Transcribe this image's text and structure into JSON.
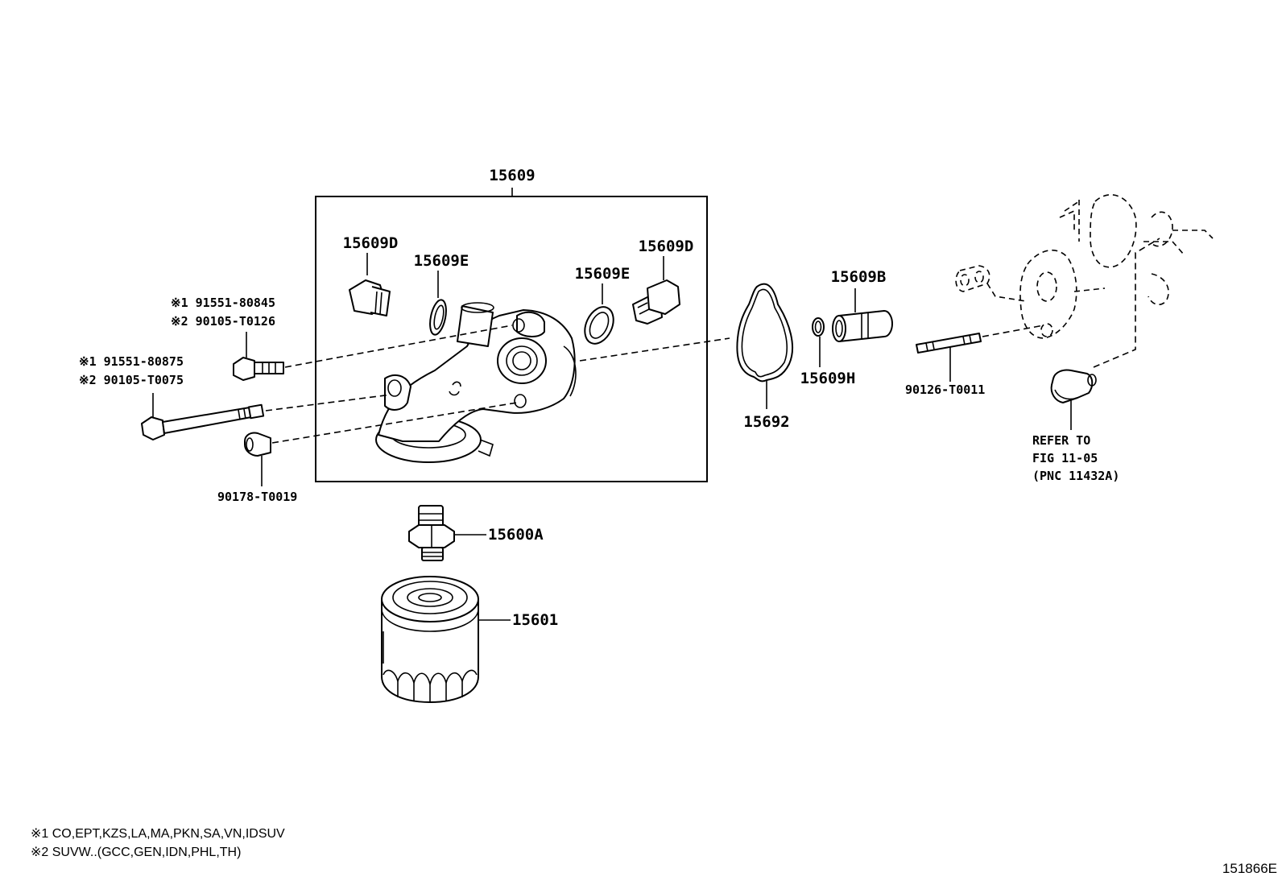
{
  "figure_code": "151866E",
  "parts": {
    "oil_filter_bracket_assy": "15609",
    "plug_left": "15609D",
    "gasket_left": "15609E",
    "gasket_right": "15609E",
    "plug_right": "15609D",
    "bolt_upper": {
      "line1": "※1 91551-80845",
      "line2": "※2 90105-T0126"
    },
    "bolt_long": {
      "line1": "※1 91551-80875",
      "line2": "※2 90105-T0075"
    },
    "nut": "90178-T0019",
    "o_ring_gasket": "15692",
    "ring": "15609H",
    "relief_valve": "15609B",
    "stud": "90126-T0011",
    "refer_note": {
      "line1": "REFER TO",
      "line2": "FIG 11-05",
      "line3": "(PNC 11432A)"
    },
    "union": "15600A",
    "oil_filter": "15601"
  },
  "footnotes": {
    "note1": "※1 CO,EPT,KZS,LA,MA,PKN,SA,VN,IDSUV",
    "note2": "※2 SUVW..(GCC,GEN,IDN,PHL,TH)"
  }
}
